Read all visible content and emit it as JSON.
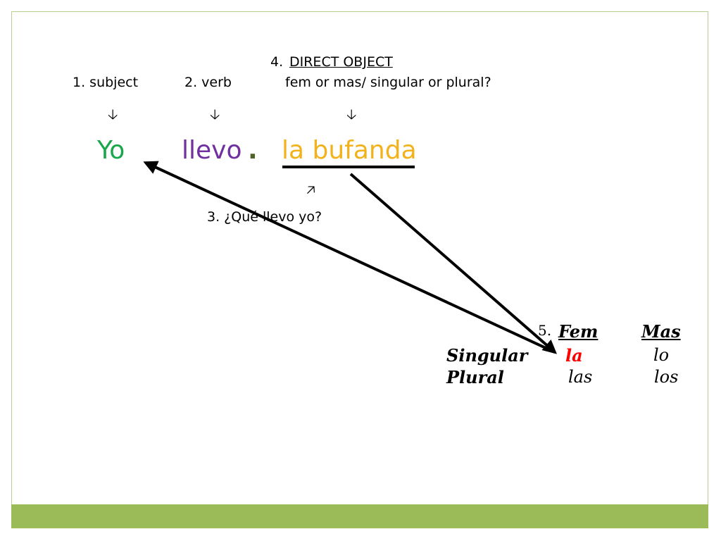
{
  "slide": {
    "labels": {
      "direct_object_num": "4.",
      "direct_object": "DIRECT OBJECT",
      "subject": "1. subject",
      "verb": "2. verb",
      "fem_mas_question": "fem or mas/ singular or plural?",
      "question": "3. ¿Qué llevo yo?"
    },
    "arrows": {
      "down": "🡣",
      "up_right": "🡥"
    },
    "sentence": {
      "subject": "Yo",
      "verb": "llevo",
      "dot": ".",
      "object": "la bufanda"
    },
    "table": {
      "header_num": "5.",
      "fem": "Fem",
      "mas": "Mas",
      "rows": [
        {
          "label": "Singular",
          "fem": "la",
          "mas": "lo"
        },
        {
          "label": "Plural",
          "fem": "las",
          "mas": "los"
        }
      ]
    }
  },
  "colors": {
    "subject": "#1aa64a",
    "verb": "#7030a0",
    "dot": "#4f6228",
    "object": "#f3b21b",
    "highlight": "#ff0000",
    "footer": "#9bbb59"
  }
}
